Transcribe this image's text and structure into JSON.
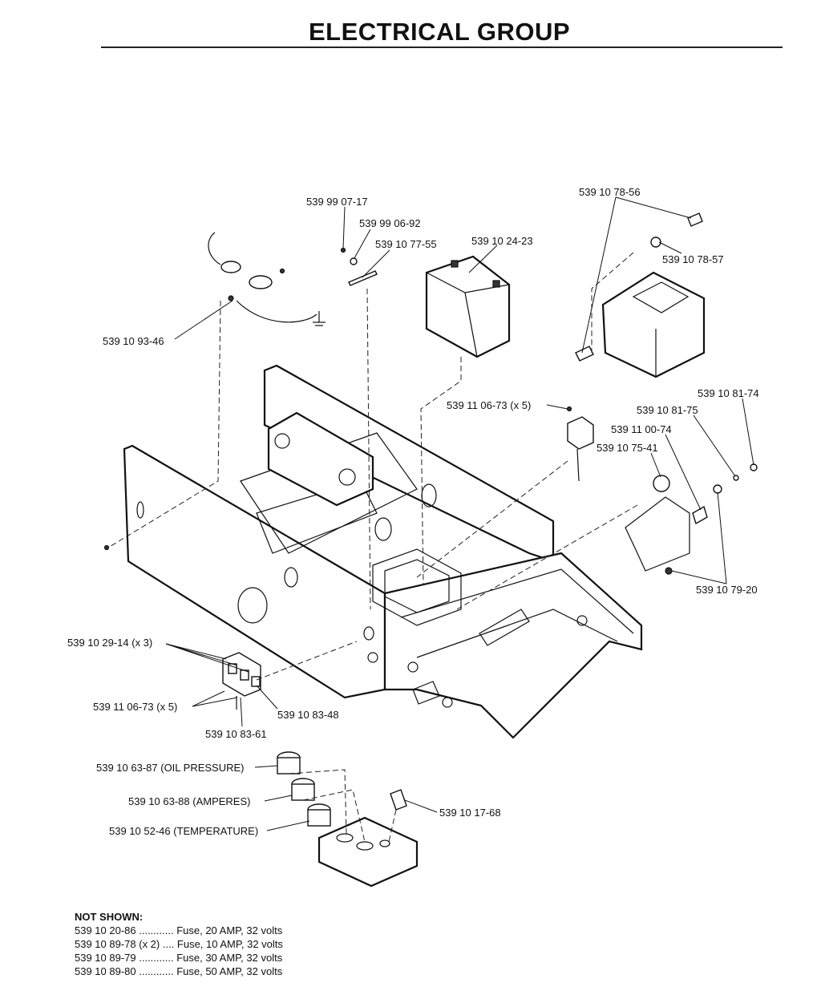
{
  "title": "ELECTRICAL GROUP",
  "callouts": {
    "p_53999_0717": "539 99 07-17",
    "p_53999_0692": "539 99 06-92",
    "p_53910_7755": "539 10 77-55",
    "p_53910_2423": "539 10 24-23",
    "p_53910_7856": "539 10 78-56",
    "p_53910_7857": "539 10 78-57",
    "p_53910_9346": "539 10 93-46",
    "p_53911_0673_top": "539 11 06-73 (x 5)",
    "p_53910_8174": "539 10 81-74",
    "p_53910_8175": "539 10 81-75",
    "p_53911_0074": "539 11 00-74",
    "p_53910_7541": "539 10 75-41",
    "p_53910_7920": "539 10 79-20",
    "p_53910_2914": "539 10 29-14 (x 3)",
    "p_53911_0673_bottom": "539 11 06-73 (x 5)",
    "p_53910_8348": "539 10 83-48",
    "p_53910_8361": "539 10 83-61",
    "p_53910_6387": "539 10 63-87 (OIL PRESSURE)",
    "p_53910_6388": "539 10 63-88 (AMPERES)",
    "p_53910_5246": "539 10 52-46 (TEMPERATURE)",
    "p_53910_1768": "539 10 17-68"
  },
  "not_shown": {
    "heading": "NOT SHOWN:",
    "items": [
      "539 10 20-86 ............ Fuse, 20 AMP, 32 volts",
      "539 10 89-78 (x 2) .... Fuse, 10 AMP, 32 volts",
      "539 10 89-79 ............ Fuse, 30 AMP, 32 volts",
      "539 10 89-80 ............ Fuse, 50 AMP, 32 volts"
    ]
  }
}
